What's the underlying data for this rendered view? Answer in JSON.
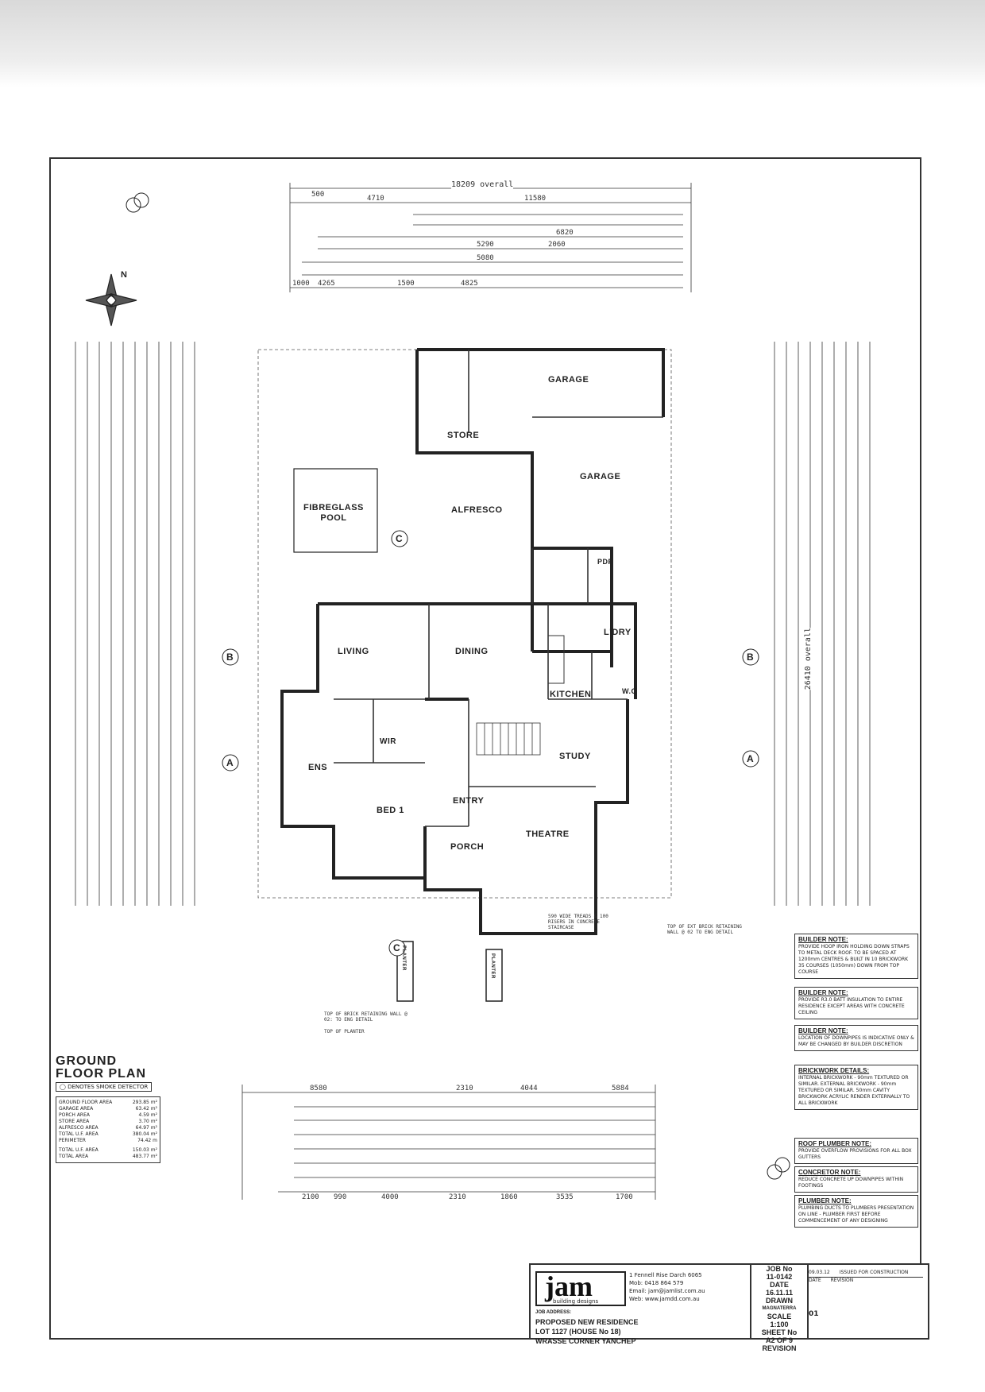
{
  "plan": {
    "title": "GROUND\nFLOOR PLAN",
    "smoke_legend": "DENOTES SMOKE DETECTOR",
    "north_label": "N",
    "overall_top": "18209 overall",
    "overall_right": "26410 overall",
    "rooms": {
      "garage1": "GARAGE",
      "garage2": "GARAGE",
      "store": "STORE",
      "alfresco": "ALFRESCO",
      "pool": "FIBREGLASS\nPOOL",
      "living": "LIVING",
      "dining": "DINING",
      "kitchen": "KITCHEN",
      "ldry": "L'DRY",
      "pdr": "PDR",
      "wc": "W.C",
      "wir": "WIR",
      "ens": "ENS",
      "bed1": "BED 1",
      "study": "STUDY",
      "entry": "ENTRY",
      "porch": "PORCH",
      "theatre": "THEATRE",
      "planter1": "PLANTER",
      "planter2": "PLANTER"
    },
    "section_markers": [
      "B",
      "B",
      "A",
      "A",
      "C",
      "C"
    ],
    "dims_top": [
      "500",
      "4710",
      "11580",
      "1000",
      "4265",
      "1500",
      "4825",
      "5290",
      "5080",
      "6820",
      "2060"
    ],
    "dims_bottom": [
      "8580",
      "2310",
      "4044",
      "5884",
      "2100",
      "990",
      "4000",
      "2310",
      "1860",
      "3535",
      "1700"
    ],
    "notes_small": {
      "n1": "590 WIDE TREADS & 100 RISERS IN CONCRETE STAIRCASE",
      "n2": "TOP OF EXT BRICK RETAINING WALL @ 02 TO ENG DETAIL",
      "n3": "TOP OF BRICK RETAINING WALL @ 02: TO ENG DETAIL",
      "n4": "TOP OF PLANTER"
    }
  },
  "areas": {
    "rows": [
      {
        "label": "GROUND FLOOR AREA",
        "value": "293.85 m²"
      },
      {
        "label": "GARAGE AREA",
        "value": "63.42 m²"
      },
      {
        "label": "PORCH AREA",
        "value": "4.59 m²"
      },
      {
        "label": "STORE AREA",
        "value": "3.70 m²"
      },
      {
        "label": "ALFRESCO AREA",
        "value": "64.97 m²"
      },
      {
        "label": "TOTAL U.F. AREA",
        "value": "380.04 m²"
      },
      {
        "label": "PERIMETER",
        "value": "74.42 m"
      },
      {
        "label": "TOTAL U.F. AREA",
        "value": "150.03 m²"
      },
      {
        "label": "TOTAL AREA",
        "value": "483.77 m²"
      }
    ]
  },
  "notes": [
    {
      "title": "BUILDER NOTE:",
      "body": "PROVIDE HOOP IRON HOLDING DOWN STRAPS TO METAL DECK ROOF. TO BE SPACED AT 1200mm CENTRES & BUILT IN 10 BRICKWORK 35 COURSES (1050mm) DOWN FROM TOP COURSE"
    },
    {
      "title": "BUILDER NOTE:",
      "body": "PROVIDE R3.0 BATT INSULATION TO ENTIRE RESIDENCE EXCEPT AREAS WITH CONCRETE CEILING"
    },
    {
      "title": "BUILDER NOTE:",
      "body": "LOCATION OF DOWNPIPES IS INDICATIVE ONLY & MAY BE CHANGED BY BUILDER DISCRETION"
    },
    {
      "title": "BRICKWORK DETAILS:",
      "body": "INTERNAL BRICKWORK - 90mm TEXTURED OR SIMILAR. EXTERNAL BRICKWORK - 90mm TEXTURED OR SIMILAR. 50mm CAVITY BRICKWORK ACRYLIC RENDER EXTERNALLY TO ALL BRICKWORK"
    },
    {
      "title": "ROOF PLUMBER NOTE:",
      "body": "PROVIDE OVERFLOW PROVISIONS FOR ALL BOX GUTTERS"
    },
    {
      "title": "CONCRETOR NOTE:",
      "body": "REDUCE CONCRETE UP DOWNPIPES WITHIN FOOTINGS"
    },
    {
      "title": "PLUMBER NOTE:",
      "body": "PLUMBING DUCTS TO PLUMBERS PRESENTATION ON LINE - PLUMBER FIRST BEFORE COMMENCEMENT OF ANY DESIGNING"
    }
  ],
  "title_block": {
    "logo": "jam",
    "logo_sub": "building designs",
    "contact": "1 Fennell Rise Darch 6065\nMob: 0418 864 579\nEmail: jam@jamlist.com.au\nWeb: www.jamdd.com.au",
    "address_label": "JOB ADDRESS:",
    "project": "PROPOSED NEW RESIDENCE",
    "lot": "LOT 1127 (HOUSE No 18)",
    "street": "WRASSE CORNER YANCHEP",
    "job_no_label": "JOB No",
    "job_no": "11-0142",
    "date_label": "DATE",
    "date": "16.11.11",
    "drawn_label": "DRAWN",
    "drawn": "MAGNATERRA",
    "scale_label": "SCALE",
    "scale": "1:100",
    "sheet_label": "SHEET No",
    "sheet": "A2 OF 9",
    "revision_label": "REVISION",
    "revision": "01",
    "rev_date": "09.03.12",
    "rev_desc": "ISSUED FOR CONSTRUCTION",
    "rev_head_date": "DATE",
    "rev_head_desc": "REVISION"
  }
}
